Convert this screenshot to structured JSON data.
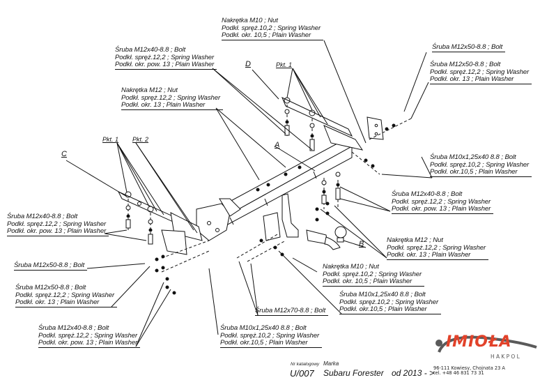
{
  "callouts": {
    "nut_m10_top": [
      "Nakrętka  M10 ; Nut",
      "Podkł. spręż.10,2 ; Spring Washer",
      "Podkł. okr.  10,5 ; Plain Washer"
    ],
    "bolt_m12x40_top": [
      "Śruba M12x40-8.8 ;  Bolt",
      "Podkł. spręż.12,2 ; Spring Washer",
      "Podkł. okr. pow. 13 ; Plain Washer"
    ],
    "bolt_m12x50_single_top": [
      "Śruba M12x50-8.8 ;  Bolt"
    ],
    "bolt_m12x50_top_right": [
      "Śruba M12x50-8.8 ;  Bolt",
      "Podkł. spręż.12,2 ; Spring Washer",
      "Podkł. okr. 13 ; Plain Washer"
    ],
    "nut_m12_top": [
      "Nakrętka  M12 ; Nut",
      "Podkł. spręż.12,2 ; Spring Washer",
      "Podkł. okr.  13 ; Plain Washer"
    ],
    "bolt_m10x125_right": [
      "Śruba M10x1,25x40 8.8 ;  Bolt",
      "Podkł. spręż.10,2 ; Spring Washer",
      "Podkł. okr.10,5 ; Plain Washer"
    ],
    "bolt_m12x40_right": [
      "Śruba M12x40-8.8 ;  Bolt",
      "Podkł. spręż.12,2 ; Spring Washer",
      "Podkł. okr. pow. 13 ; Plain Washer"
    ],
    "nut_m12_right": [
      "Nakrętka  M12 ; Nut",
      "Podkł. spręż.12,2 ; Spring Washer",
      "Podkł. okr. 13 ; Plain Washer"
    ],
    "nut_m10_bottom": [
      "Nakrętka  M10 ; Nut",
      "Podkł. spręż.10,2 ; Spring Washer",
      "Podkł. okr.  10,5 ; Plain Washer"
    ],
    "bolt_m10x125_bottom_right": [
      "Śruba M10x1,25x40 8.8 ;  Bolt",
      "Podkł. spręż.10,2 ; Spring Washer",
      "Podkł. okr.10,5 ; Plain Washer"
    ],
    "bolt_m12x70": [
      "Śruba M12x70-8.8 ;  Bolt"
    ],
    "bolt_m12x40_left": [
      "Śruba M12x40-8.8 ;  Bolt",
      "Podkł. spręż.12,2 ; Spring Washer",
      "Podkł. okr. pow. 13 ; Plain Washer"
    ],
    "bolt_m12x50_single_left": [
      "Śruba M12x50-8.8 ;  Bolt"
    ],
    "bolt_m12x50_left": [
      "Śruba M12x50-8.8 ;  Bolt",
      "Podkł. spręż.12,2 ; Spring Washer",
      "Podkł. okr. 13 ; Plain Washer"
    ],
    "bolt_m12x40_bottom_left": [
      "Śruba M12x40-8.8 ;  Bolt",
      "Podkł. spręż.12,2 ; Spring Washer",
      "Podkł. okr. pow. 13 ; Plain Washer"
    ],
    "bolt_m10x125_bottom": [
      "Śruba M10x1,25x40 8.8 ;  Bolt",
      "Podkł. spręż.10,2 ; Spring Washer",
      "Podkł. okr.10,5 ; Plain Washer"
    ]
  },
  "tags": {
    "A": "A",
    "B": "B",
    "C": "C",
    "D": "D"
  },
  "points": {
    "pkt1_left": "Pkt. 1",
    "pkt2_left": "Pkt. 2",
    "pkt1_top": "Pkt. 1"
  },
  "footer": {
    "catalog_label": "Nr katalogowy",
    "catalog_number": "U/007",
    "brand_label": "Marka",
    "brand_model": "Subaru Forester",
    "years": "od 2013 - >",
    "address_line1": "96-111 Kowiesy, Chojnata 23 A",
    "address_line2": "tel. +48 46 831 73 31",
    "logo_name": "IMIOŁA",
    "logo_sub": "HAKPOL"
  },
  "colors": {
    "logo_red": "#e2422a",
    "logo_grey": "#5a5a5a",
    "ink": "#111111"
  }
}
